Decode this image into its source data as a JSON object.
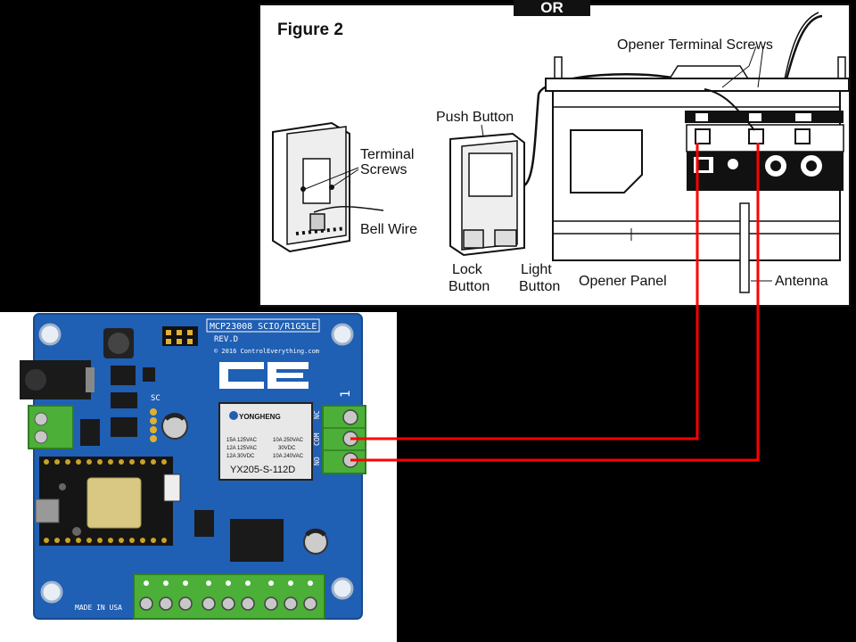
{
  "figure": {
    "title": "Figure 2",
    "top_tab": "OR",
    "labels": {
      "opener_terminal_screws": "Opener Terminal Screws",
      "push_button": "Push Button",
      "terminal_screws_line1": "Terminal",
      "terminal_screws_line2": "Screws",
      "bell_wire": "Bell Wire",
      "lock_button_line1": "Lock",
      "lock_button_line2": "Button",
      "light_button_line1": "Light",
      "light_button_line2": "Button",
      "opener_panel": "Opener Panel",
      "antenna": "Antenna"
    }
  },
  "board": {
    "chip_label": "MCP23008 SCIO/R1G5LE",
    "revision": "REV.D",
    "copyright": "© 2016 ControlEverything.com",
    "logo": "CE",
    "relay_brand": "YONGHENG",
    "relay_model": "YX205-S-112D",
    "relay_rating_1": "15A 125VAC",
    "relay_rating_2": "12A 125VAC",
    "relay_rating_3": "12A 30VDC",
    "relay_rating_4": "10A 250VAC",
    "relay_rating_5": "30VDC",
    "relay_rating_6": "10A 240VAC",
    "terminal_nc": "NC",
    "terminal_com": "COM",
    "terminal_no": "NO",
    "relay_number": "1",
    "made_in": "MADE IN USA",
    "sc_label": "SC"
  },
  "colors": {
    "pcb_blue": "#1f5fb4",
    "terminal_green": "#4caf38",
    "wire_red": "#ff0000",
    "diagram_bg": "#ffffff"
  }
}
